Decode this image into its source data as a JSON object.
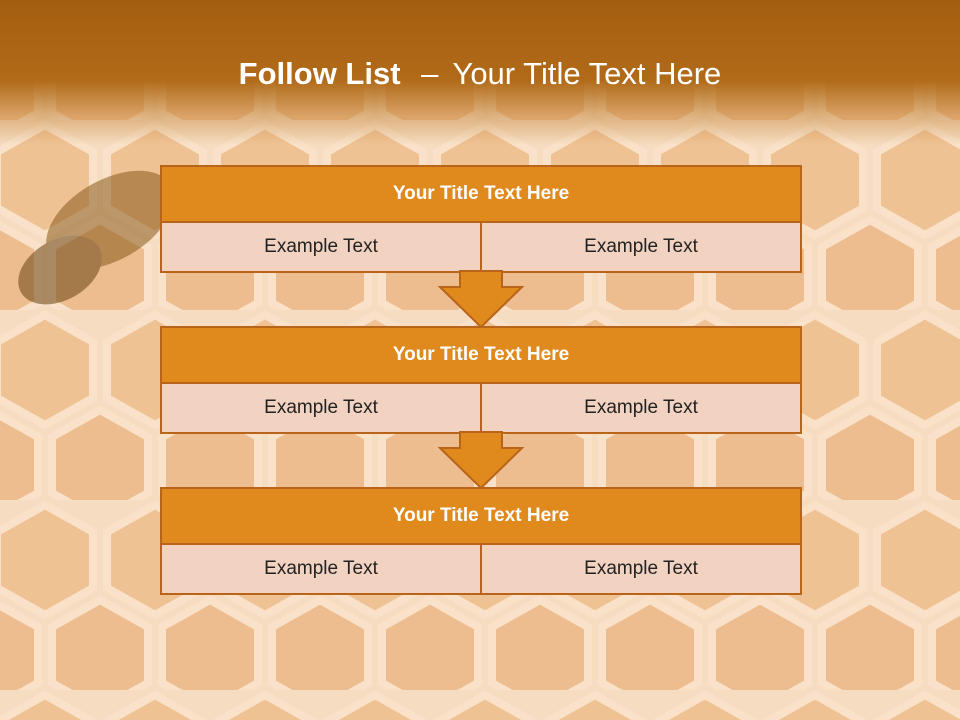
{
  "slide": {
    "title_bold": "Follow List",
    "title_dash": "–",
    "title_rest": "Your Title Text Here"
  },
  "blocks": [
    {
      "title": "Your Title Text Here",
      "cells": [
        "Example Text",
        "Example Text"
      ]
    },
    {
      "title": "Your Title Text Here",
      "cells": [
        "Example Text",
        "Example Text"
      ]
    },
    {
      "title": "Your Title Text Here",
      "cells": [
        "Example Text",
        "Example Text"
      ]
    }
  ],
  "colors": {
    "header": "#a45e10",
    "block_title_fill": "#e08a1e",
    "block_border": "#b8651a",
    "cell_fill": "#f2d2c0",
    "honeycomb_cell": "#e8a766",
    "honeycomb_wall": "#fbe3c4"
  },
  "icons": [
    "honeycomb-background",
    "down-arrow-icon"
  ]
}
